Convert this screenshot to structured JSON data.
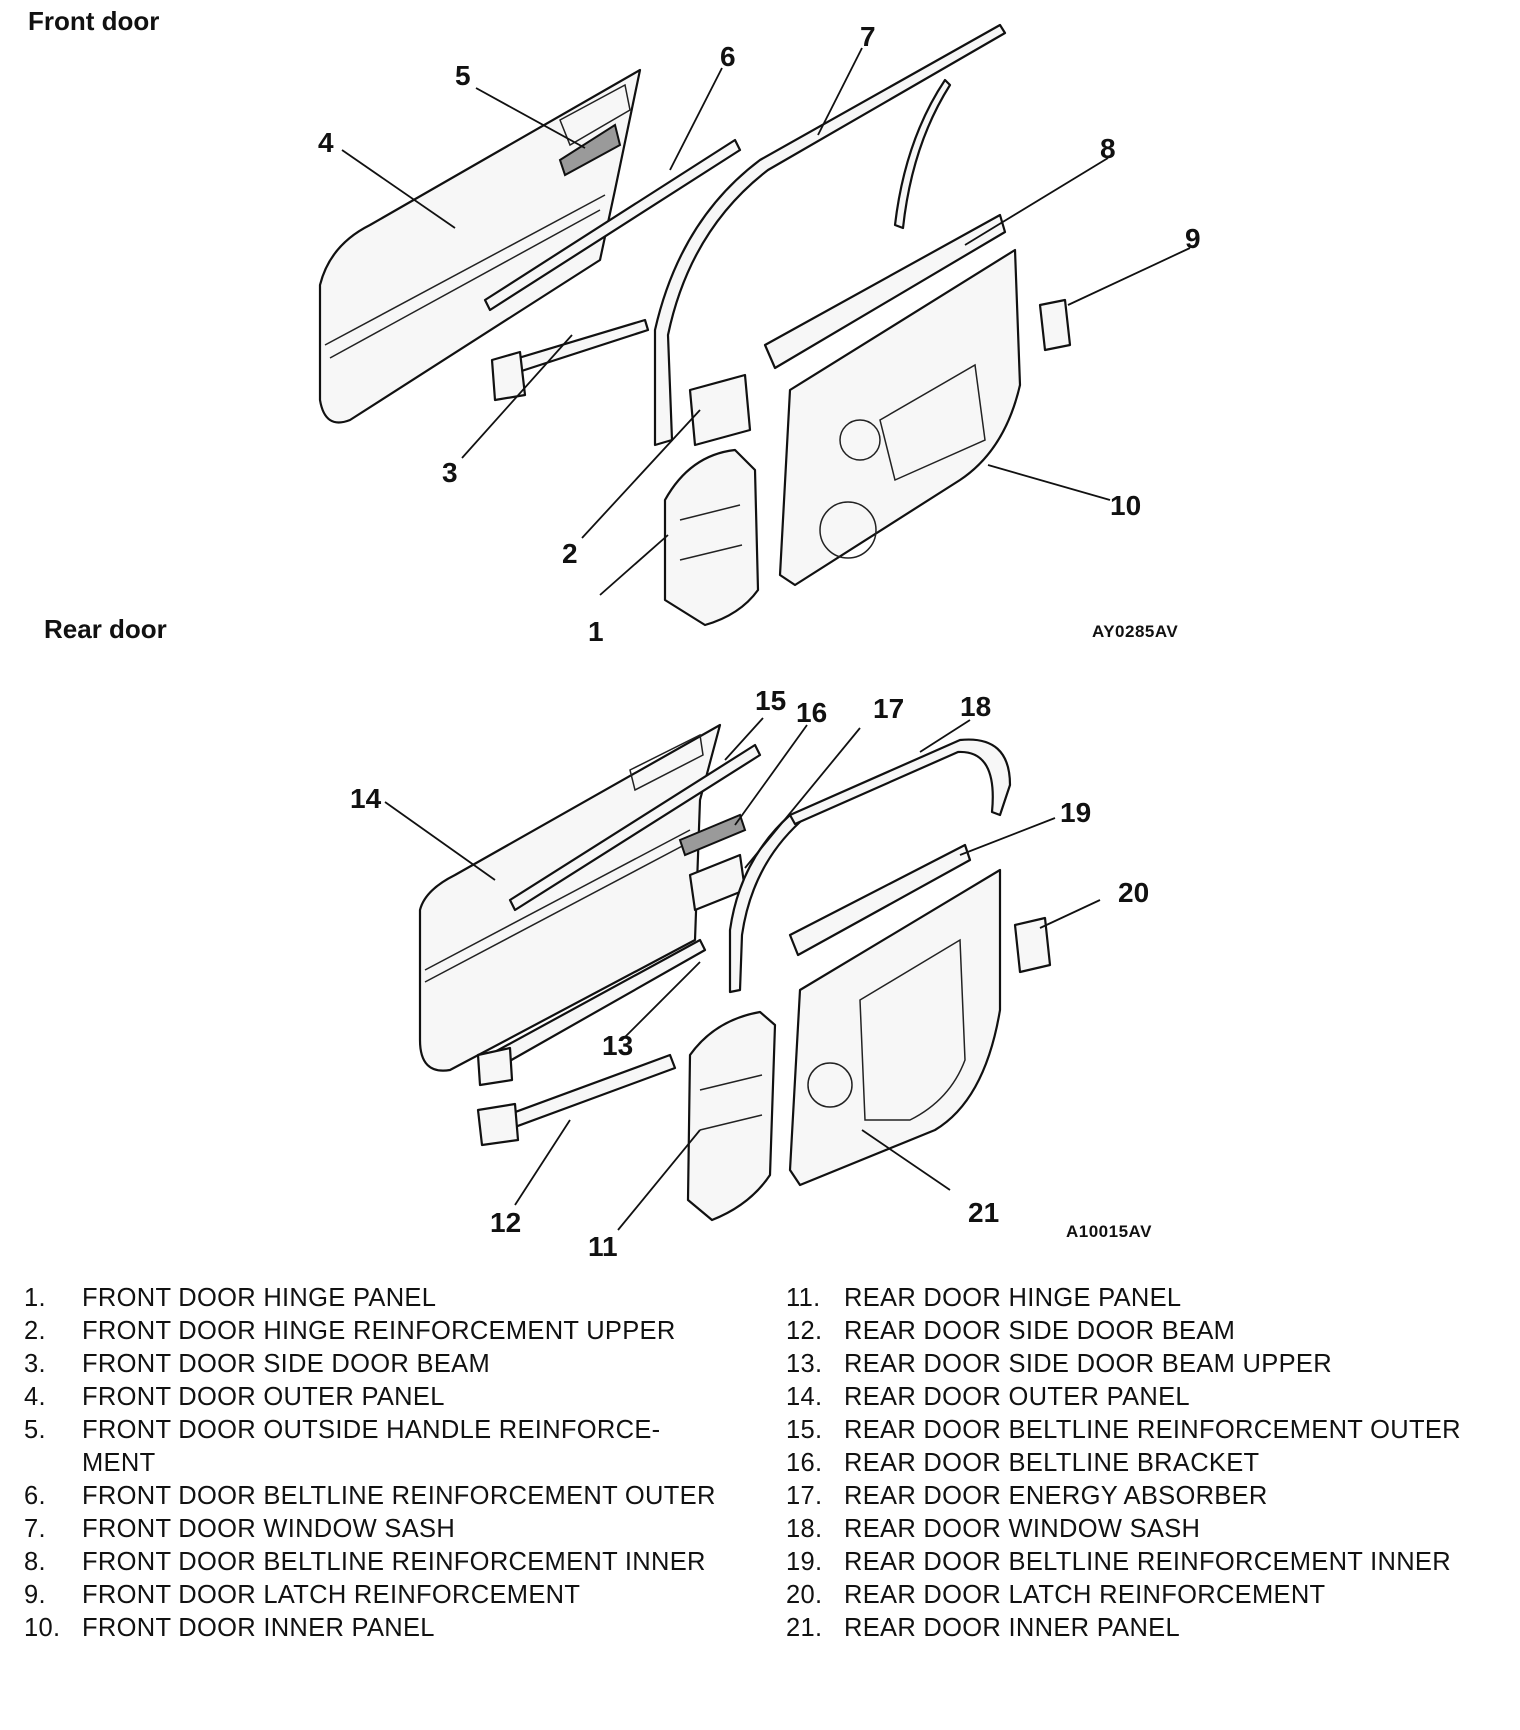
{
  "sections": {
    "front": {
      "title": "Front door",
      "code": "AY0285AV"
    },
    "rear": {
      "title": "Rear door",
      "code": "A10015AV"
    }
  },
  "callouts": {
    "front": [
      "1",
      "2",
      "3",
      "4",
      "5",
      "6",
      "7",
      "8",
      "9",
      "10"
    ],
    "rear": [
      "11",
      "12",
      "13",
      "14",
      "15",
      "16",
      "17",
      "18",
      "19",
      "20",
      "21"
    ]
  },
  "legend": {
    "left": [
      {
        "num": "1.",
        "text": "FRONT DOOR HINGE PANEL"
      },
      {
        "num": "2.",
        "text": "FRONT DOOR HINGE REINFORCEMENT UPPER"
      },
      {
        "num": "3.",
        "text": "FRONT DOOR SIDE DOOR BEAM"
      },
      {
        "num": "4.",
        "text": "FRONT DOOR OUTER PANEL"
      },
      {
        "num": "5.",
        "text": "FRONT DOOR OUTSIDE HANDLE REINFORCE- MENT"
      },
      {
        "num": "6.",
        "text": "FRONT DOOR BELTLINE REINFORCEMENT OUTER"
      },
      {
        "num": "7.",
        "text": "FRONT DOOR WINDOW SASH"
      },
      {
        "num": "8.",
        "text": "FRONT DOOR BELTLINE REINFORCEMENT INNER"
      },
      {
        "num": "9.",
        "text": "FRONT DOOR LATCH REINFORCEMENT"
      },
      {
        "num": "10.",
        "text": "FRONT DOOR INNER PANEL"
      }
    ],
    "right": [
      {
        "num": "11.",
        "text": "REAR DOOR HINGE PANEL"
      },
      {
        "num": "12.",
        "text": "REAR DOOR SIDE DOOR BEAM"
      },
      {
        "num": "13.",
        "text": "REAR DOOR SIDE DOOR BEAM UPPER"
      },
      {
        "num": "14.",
        "text": "REAR DOOR OUTER PANEL"
      },
      {
        "num": "15.",
        "text": "REAR DOOR BELTLINE REINFORCEMENT OUTER"
      },
      {
        "num": "16.",
        "text": "REAR DOOR BELTLINE BRACKET"
      },
      {
        "num": "17.",
        "text": "REAR DOOR ENERGY ABSORBER"
      },
      {
        "num": "18.",
        "text": "REAR DOOR WINDOW SASH"
      },
      {
        "num": "19.",
        "text": "REAR DOOR BELTLINE REINFORCEMENT INNER"
      },
      {
        "num": "20.",
        "text": "REAR DOOR LATCH REINFORCEMENT"
      },
      {
        "num": "21.",
        "text": "REAR DOOR INNER PANEL"
      }
    ]
  }
}
